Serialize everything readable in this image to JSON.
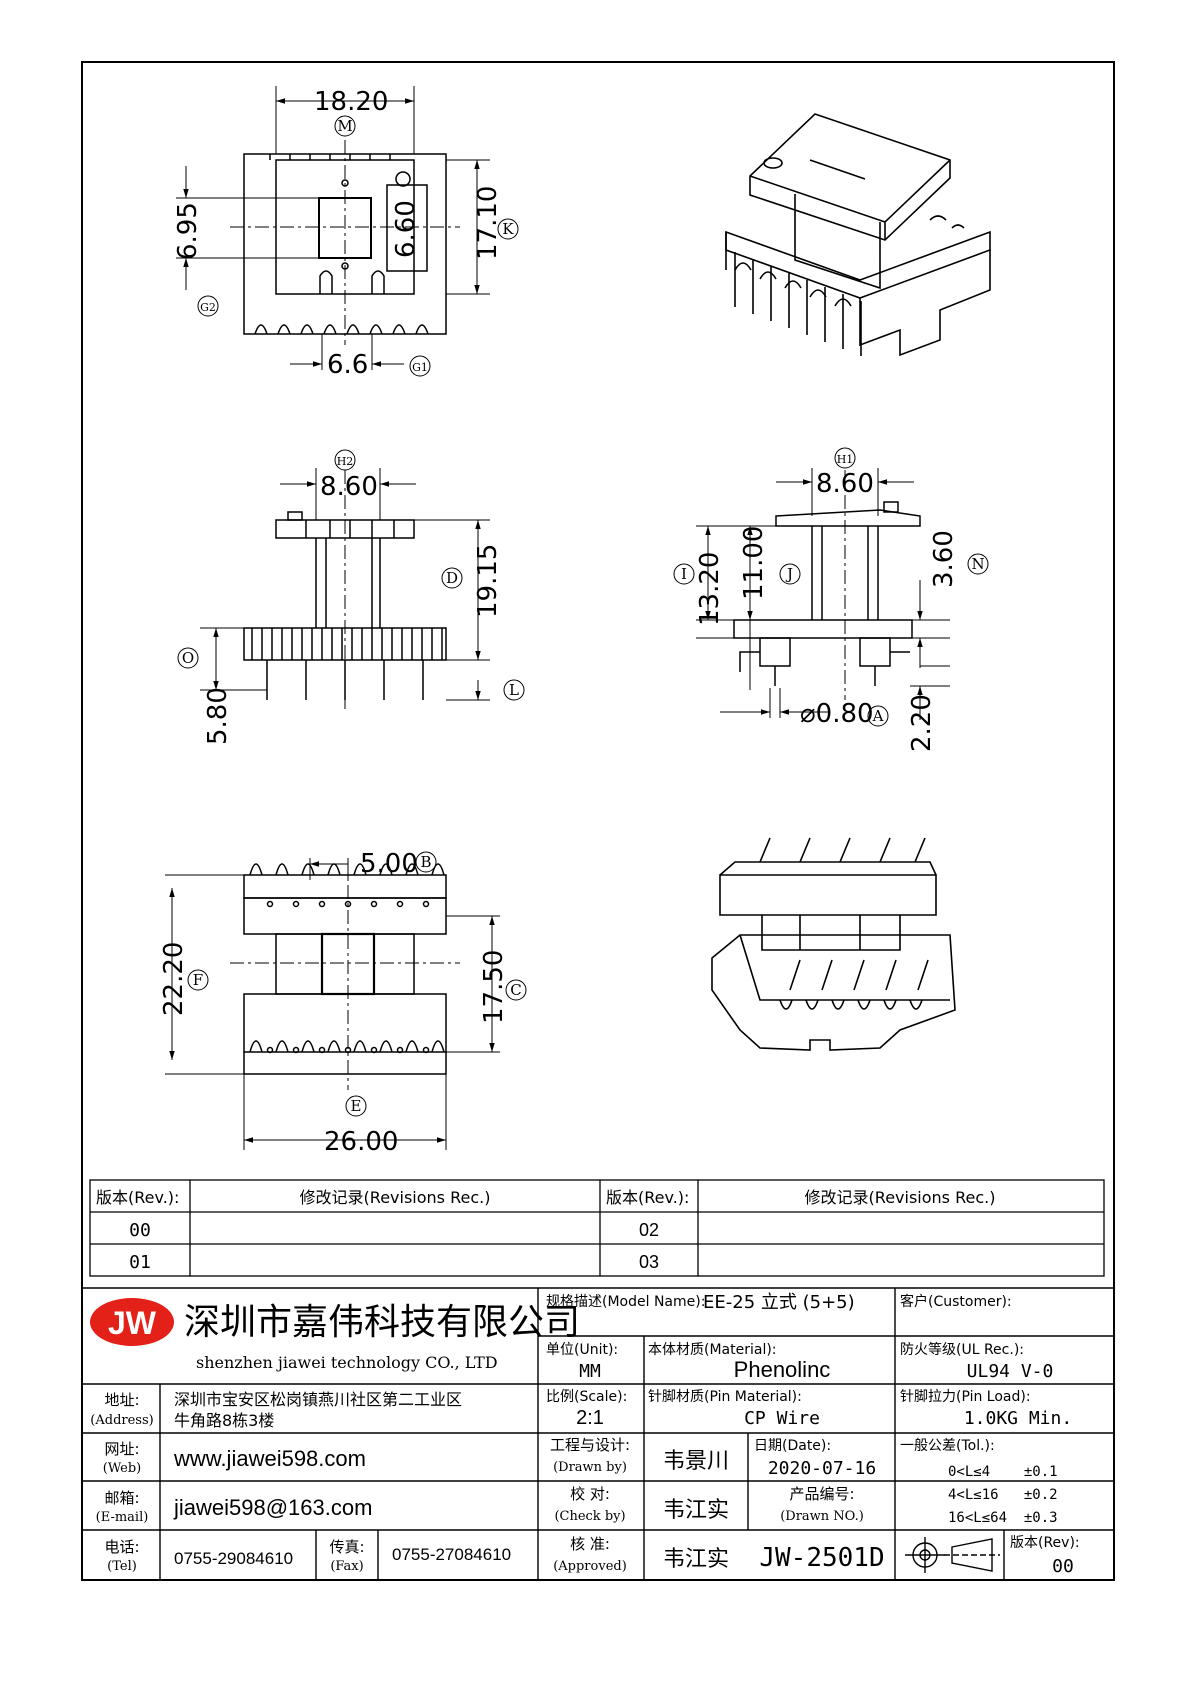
{
  "drawing": {
    "dims": {
      "top_width": "18.20",
      "top_height_left": "6.95",
      "top_inner": "6.60",
      "top_height_right": "17.10",
      "top_slot": "6.6",
      "front_width": "8.60",
      "front_height": "19.15",
      "front_base": "5.80",
      "side_width": "8.60",
      "side_total": "13.20",
      "side_body": "11.00",
      "side_flange": "3.60",
      "side_pin": "0.80",
      "side_pin_len": "2.20",
      "bottom_pitch": "5.00",
      "bottom_height": "22.20",
      "bottom_inner": "17.50",
      "bottom_width": "26.00"
    },
    "markers": {
      "M": "M",
      "K": "K",
      "G2": "G2",
      "G1": "G1",
      "H2": "H2",
      "H1": "H1",
      "D": "D",
      "O": "O",
      "L": "L",
      "I": "I",
      "J": "J",
      "N": "N",
      "A": "A",
      "B": "B",
      "C": "C",
      "F": "F",
      "E": "E"
    }
  },
  "revisions": {
    "header_rev": "版本(Rev.):",
    "header_rec": "修改记录(Revisions Rec.)",
    "rows": [
      {
        "rev_left": "00",
        "rev_right": "02"
      },
      {
        "rev_left": "01",
        "rev_right": "03"
      }
    ]
  },
  "company": {
    "logo": "JW",
    "name_cn": "深圳市嘉伟科技有限公司",
    "name_en": "shenzhen  jiawei  technology  CO., LTD",
    "address_label": "地址:",
    "address_label_en": "(Address)",
    "address_line1": "深圳市宝安区松岗镇燕川社区第二工业区",
    "address_line2": "牛角路8栋3楼",
    "web_label": "网址:",
    "web_label_en": "(Web)",
    "web": "www.jiawei598.com",
    "email_label": "邮箱:",
    "email_label_en": "(E-mail)",
    "email": "jiawei598@163.com",
    "tel_label": "电话:",
    "tel_label_en": "(Tel)",
    "tel": "0755-29084610",
    "fax_label": "传真:",
    "fax_label_en": "(Fax)",
    "fax": "0755-27084610"
  },
  "spec": {
    "model_label": "规格描述(Model Name):",
    "model": "EE-25 立式 (5+5)",
    "customer_label": "客户(Customer):",
    "customer": "",
    "unit_label": "单位(Unit):",
    "unit": "MM",
    "material_label": "本体材质(Material):",
    "material": "Phenolinc",
    "ul_label": "防火等级(UL Rec.):",
    "ul": "UL94 V-0",
    "scale_label": "比例(Scale):",
    "scale": "2:1",
    "pin_material_label": "针脚材质(Pin Material):",
    "pin_material": "CP Wire",
    "pin_load_label": "针脚拉力(Pin Load):",
    "pin_load": "1.0KG Min.",
    "drawn_label": "工程与设计:",
    "drawn_label_en": "(Drawn by)",
    "drawn": "韦景川",
    "date_label": "日期(Date):",
    "date": "2020-07-16",
    "tol_label": "一般公差(Tol.):",
    "tol": [
      "0<L≤4    ±0.1",
      "4<L≤16   ±0.2",
      "16<L≤64  ±0.3"
    ],
    "check_label": "校  对:",
    "check_label_en": "(Check by)",
    "check": "韦江实",
    "drawing_no_label": "产品编号:",
    "drawing_no_label_en": "(Drawn NO.)",
    "approve_label": "核  准:",
    "approve_label_en": "(Approved)",
    "approve": "韦江实",
    "drawing_no": "JW-2501D",
    "rev_label": "版本(Rev):",
    "rev": "00"
  }
}
